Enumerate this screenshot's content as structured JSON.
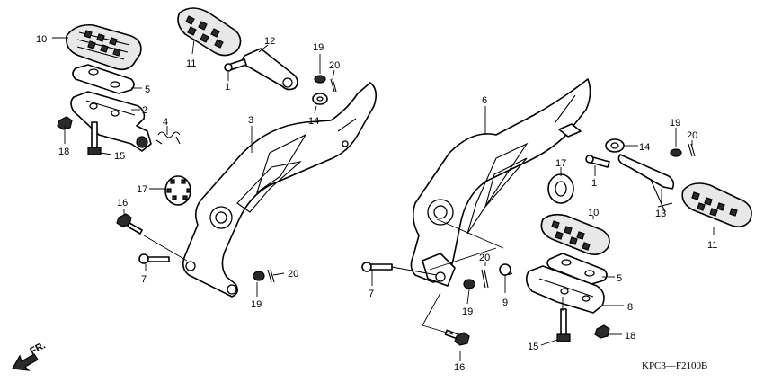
{
  "diagram": {
    "code": "KPC3—F2100B",
    "direction_label": "FR.",
    "callouts": {
      "c1a": "1",
      "c1b": "1",
      "c2": "2",
      "c3": "3",
      "c4": "4",
      "c5a": "5",
      "c5b": "5",
      "c6": "6",
      "c7a": "7",
      "c7b": "7",
      "c8": "8",
      "c9": "9",
      "c10a": "10",
      "c10b": "10",
      "c11a": "11",
      "c11b": "11",
      "c12": "12",
      "c13": "13",
      "c14a": "14",
      "c14b": "14",
      "c15a": "15",
      "c15b": "15",
      "c16a": "16",
      "c16b": "16",
      "c17a": "17",
      "c17b": "17",
      "c18a": "18",
      "c18b": "18",
      "c19a": "19",
      "c19b": "19",
      "c19c": "19",
      "c19d": "19",
      "c20a": "20",
      "c20b": "20",
      "c20c": "20",
      "c20d": "20"
    }
  }
}
